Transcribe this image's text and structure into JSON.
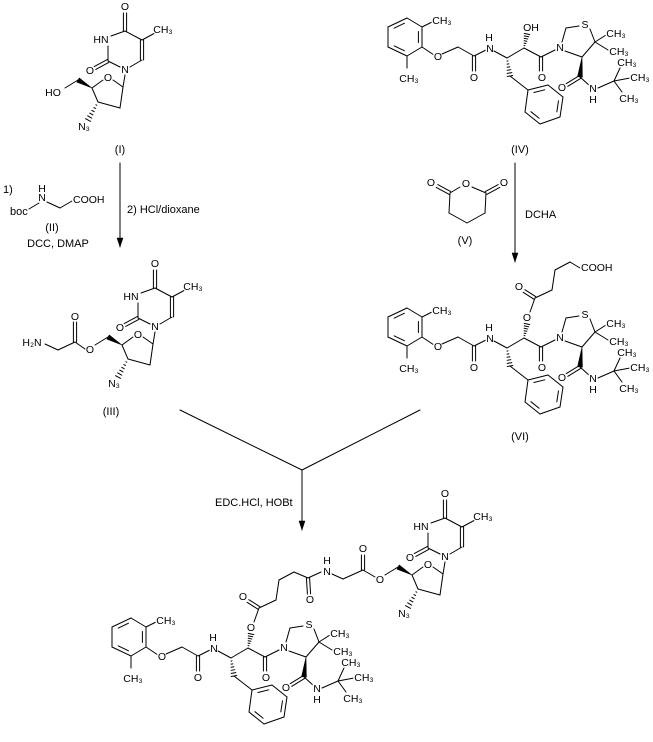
{
  "compounds": {
    "I": "(I)",
    "II": "(II)",
    "III": "(III)",
    "IV": "(IV)",
    "V": "(V)",
    "VI": "(VI)"
  },
  "reagents": {
    "step1": "1)",
    "boc": "boc",
    "coupling": "DCC, DMAP",
    "step2": "2) HCl/dioxane",
    "dcha": "DCHA",
    "final": "EDC.HCl, HOBt"
  },
  "atoms": {
    "O": "O",
    "N": "N",
    "H": "H",
    "HN": "HN",
    "S": "S",
    "CH3": "CH₃",
    "OH": "OH",
    "HO": "HO",
    "N3": "N₃",
    "H2N": "H₂N",
    "COOH": "COOH"
  }
}
